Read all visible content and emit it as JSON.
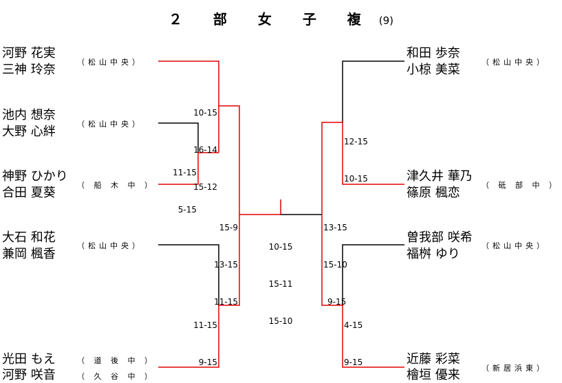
{
  "title": {
    "text": "２ 部 女 子 複",
    "sub": "(9)"
  },
  "colors": {
    "winner": "#e00000",
    "loser": "#000000"
  },
  "left": [
    {
      "p1": "河野 花実",
      "p2": "三神 玲奈",
      "school": "（松山中央）"
    },
    {
      "p1": "池内 想奈",
      "p2": "大野 心絆",
      "school": "（松山中央）"
    },
    {
      "p1": "神野 ひかり",
      "p2": "合田 夏葵",
      "school": "（ 船 木 中 ）"
    },
    {
      "p1": "大石 和花",
      "p2": "兼岡 楓香",
      "school": "（松山中央）"
    },
    {
      "p1": "光田 もえ",
      "p2": "河野 咲音",
      "school1": "（ 道 後 中 ）",
      "school2": "（ 久 谷 中 ）"
    }
  ],
  "right": [
    {
      "p1": "和田 歩奈",
      "p2": "小椋 美菜",
      "school": "（松山中央）"
    },
    {
      "p1": "津久井 華乃",
      "p2": "篠原 楓恋",
      "school": "（ 砥 部 中 ）"
    },
    {
      "p1": "曽我部 咲希",
      "p2": "福桝 ゆり",
      "school": "（松山中央）"
    },
    {
      "p1": "近藤 彩菜",
      "p2": "檜垣 優来",
      "school": "（新居浜東）"
    }
  ],
  "scores": {
    "left_r1": [
      "11-15",
      "5-15"
    ],
    "left_qf": [
      "10-15",
      "16-14",
      "15-12"
    ],
    "left_qf2": [
      "11-15",
      "9-15"
    ],
    "left_sf": [
      "15-9",
      "13-15",
      "11-15"
    ],
    "final": [
      "10-15",
      "15-11",
      "15-10"
    ],
    "right_sf": [
      "13-15",
      "15-10",
      "9-15"
    ],
    "right_qf1": [
      "12-15",
      "10-15"
    ],
    "right_qf2": [
      "4-15",
      "9-15"
    ]
  }
}
